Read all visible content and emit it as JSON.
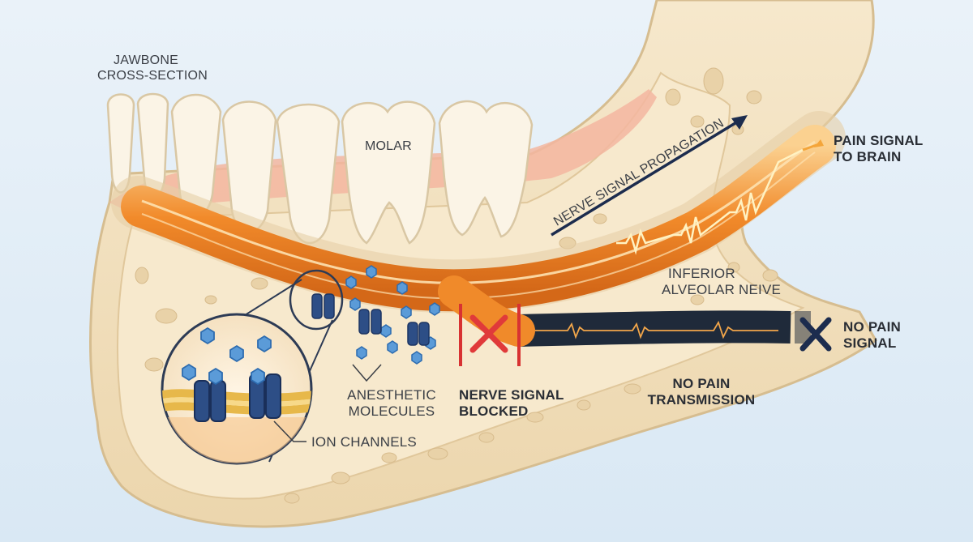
{
  "labels": {
    "jawbone_line1": "JAWBONE",
    "jawbone_line2": "CROSS-SECTION",
    "molar": "MOLAR",
    "nerve_signal_propagation": "NERVE SIGNAL PROPAGATION",
    "pain_signal_line1": "PAIN SIGNAL",
    "pain_signal_line2": "TO BRAIN",
    "inferior_line1": "INFERIOR",
    "inferior_line2": "ALVEOLAR NEIVE",
    "no_pain_signal_line1": "NO PAIN",
    "no_pain_signal_line2": "SIGNAL",
    "anesthetic_line1": "ANESTHETIC",
    "anesthetic_line2": "MOLECULES",
    "blocked_line1": "NERVE SIGNAL",
    "blocked_line2": "BLOCKED",
    "no_transmission_line1": "NO PAIN",
    "no_transmission_line2": "TRANSMISSION",
    "ion_channels": "ION CHANNELS"
  },
  "colors": {
    "bone": "#f1dfbe",
    "bone_edge": "#d9bf92",
    "nerve": "#f08a2a",
    "blocked_nerve": "#1f2a3a",
    "anesthetic": "#5b9bd8",
    "ion_channel": "#2d4e86",
    "block_x": "#e03a3a",
    "arrow": "#1c2c4e"
  }
}
